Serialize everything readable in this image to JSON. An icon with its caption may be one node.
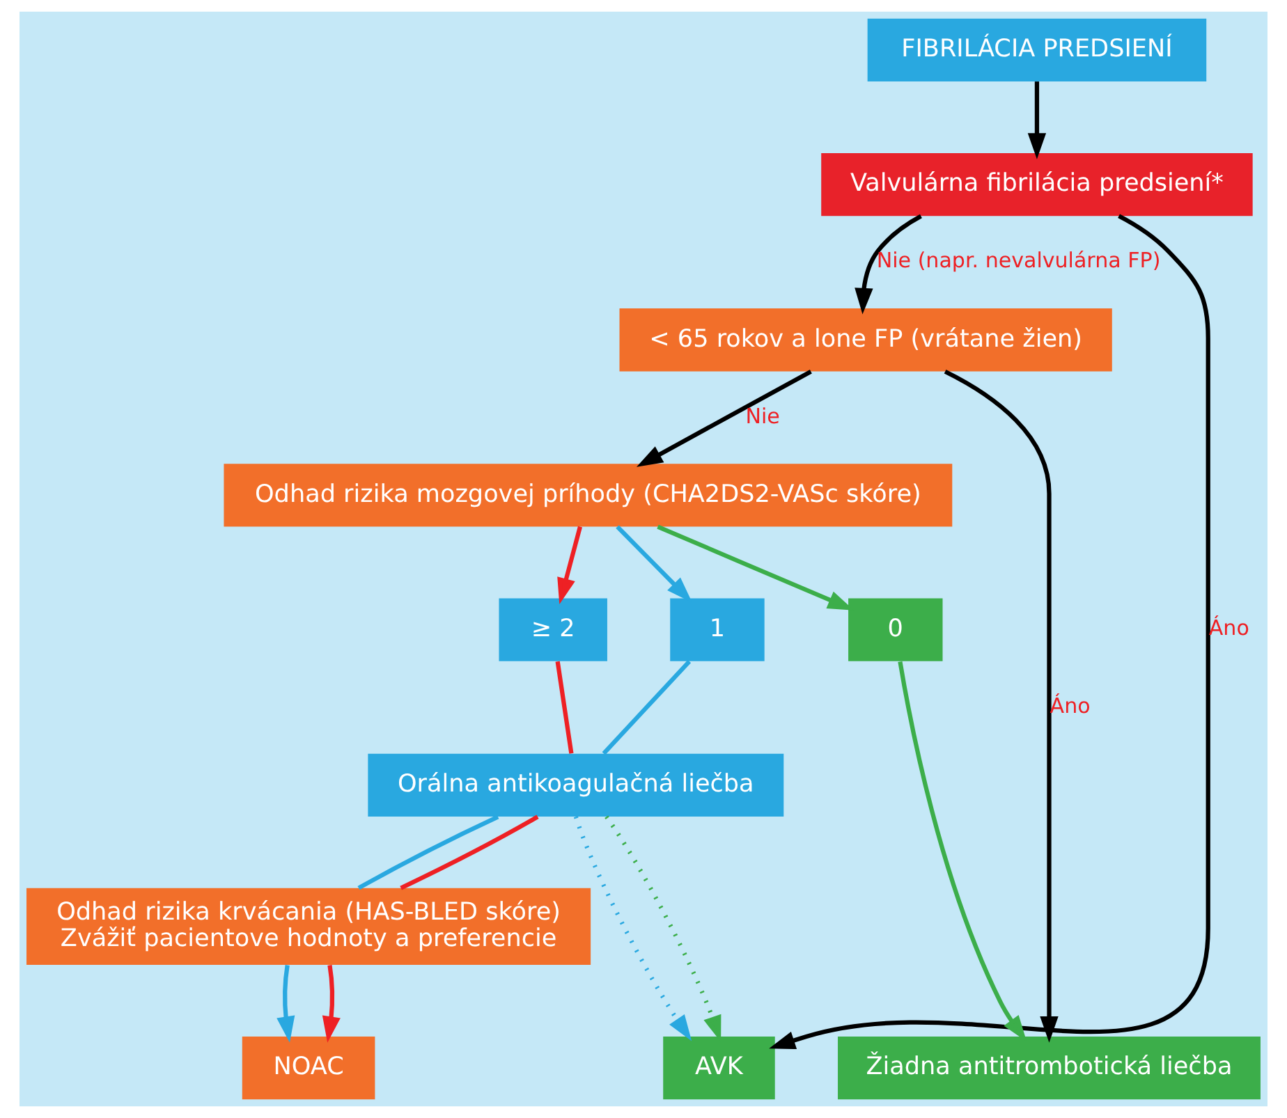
{
  "diagram": {
    "nodes": [
      {
        "text": [
          "FIBRILÁCIA PREDSIENÍ"
        ]
      },
      {
        "text": [
          "Valvulárna fibrilácia predsiení*"
        ]
      },
      {
        "text": [
          "< 65 rokov a lone FP (vrátane žien)"
        ]
      },
      {
        "text": [
          "Odhad rizika mozgovej príhody (CHA2DS2-VASc skóre)"
        ]
      },
      {
        "text": [
          "0"
        ]
      },
      {
        "text": [
          "1"
        ]
      },
      {
        "text": [
          "≥ 2"
        ]
      },
      {
        "text": [
          "Orálna antikoagulačná liečba"
        ]
      },
      {
        "text": [
          "Odhad rizika krvácania (HAS-BLED skóre)",
          "Zvážiť pacientove hodnoty a preferencie"
        ]
      },
      {
        "text": [
          "Žiadna antitrombotická liečba"
        ]
      },
      {
        "text": [
          "NOAC"
        ]
      },
      {
        "text": [
          "AVK"
        ]
      }
    ],
    "edges": [
      {
        "from": 0,
        "to": 1,
        "arrow": "to"
      },
      {
        "from": 1,
        "to": 11,
        "arrow": "to",
        "label": "Áno"
      },
      {
        "from": 1,
        "to": 2,
        "arrow": "to",
        "label": "Nie (napr. nevalvulárna FP)"
      },
      {
        "from": 2,
        "to": 9,
        "arrow": "to",
        "label": "Áno"
      },
      {
        "from": 2,
        "to": 3,
        "arrow": "to",
        "label": "Nie"
      },
      {
        "from": 3,
        "to": 4,
        "arrow": "to",
        "color": "#3cae4a"
      },
      {
        "from": 3,
        "to": 5,
        "arrow": "to",
        "color": "#29a8e0"
      },
      {
        "from": 3,
        "to": 6,
        "arrow": "to",
        "color": "#ee2024"
      },
      {
        "from": 4,
        "to": 9,
        "arrow": "to",
        "color": "#3cae4a"
      },
      {
        "from": 5,
        "to": 7,
        "arrow": "none",
        "color": "#29a8e0"
      },
      {
        "from": 6,
        "to": 7,
        "arrow": "none",
        "color": "#ee2024"
      },
      {
        "from": 7,
        "to": 8,
        "arrow": "none",
        "color": "#29a8e0"
      },
      {
        "from": 7,
        "to": 8,
        "arrow": "none",
        "color": "#ee2024"
      },
      {
        "from": 8,
        "to": 10,
        "arrow": "to",
        "color": "#29a8e0"
      },
      {
        "from": 8,
        "to": 10,
        "arrow": "to",
        "color": "#ee2024"
      },
      {
        "from": 7,
        "to": 11,
        "arrow": "to",
        "style": "dashed",
        "color": "#29a8e0"
      },
      {
        "from": 7,
        "to": 11,
        "arrow": "to",
        "style": "dashed",
        "color": "#3cae4a"
      }
    ]
  }
}
